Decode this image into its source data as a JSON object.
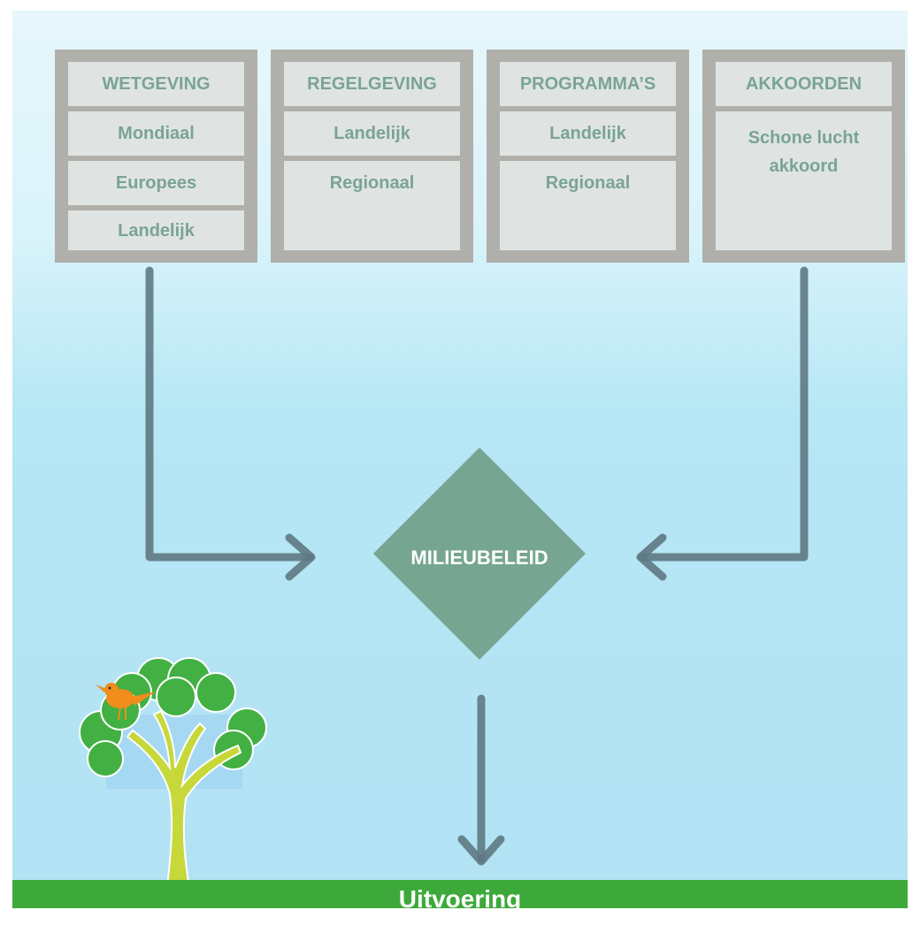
{
  "columns": [
    {
      "header": "WETGEVING",
      "items": [
        "Mondiaal",
        "Europees",
        "Landelijk"
      ]
    },
    {
      "header": "REGELGEVING",
      "items": [
        "Landelijk",
        "Regionaal"
      ]
    },
    {
      "header": "PROGRAMMA’S",
      "items": [
        "Landelijk",
        "Regionaal"
      ]
    },
    {
      "header": "AKKOORDEN",
      "items": [
        "Schone lucht",
        "akkoord"
      ]
    }
  ],
  "center": {
    "label": "MILIEUBELEID"
  },
  "ground": {
    "label": "Uitvoering"
  },
  "colors": {
    "box_border": "#b0afaa",
    "cell_bg": "#dfe4e3",
    "cell_text": "#7aa492",
    "diamond": "#76a591",
    "arrow": "#5e7983",
    "ground": "#3ca93a"
  }
}
